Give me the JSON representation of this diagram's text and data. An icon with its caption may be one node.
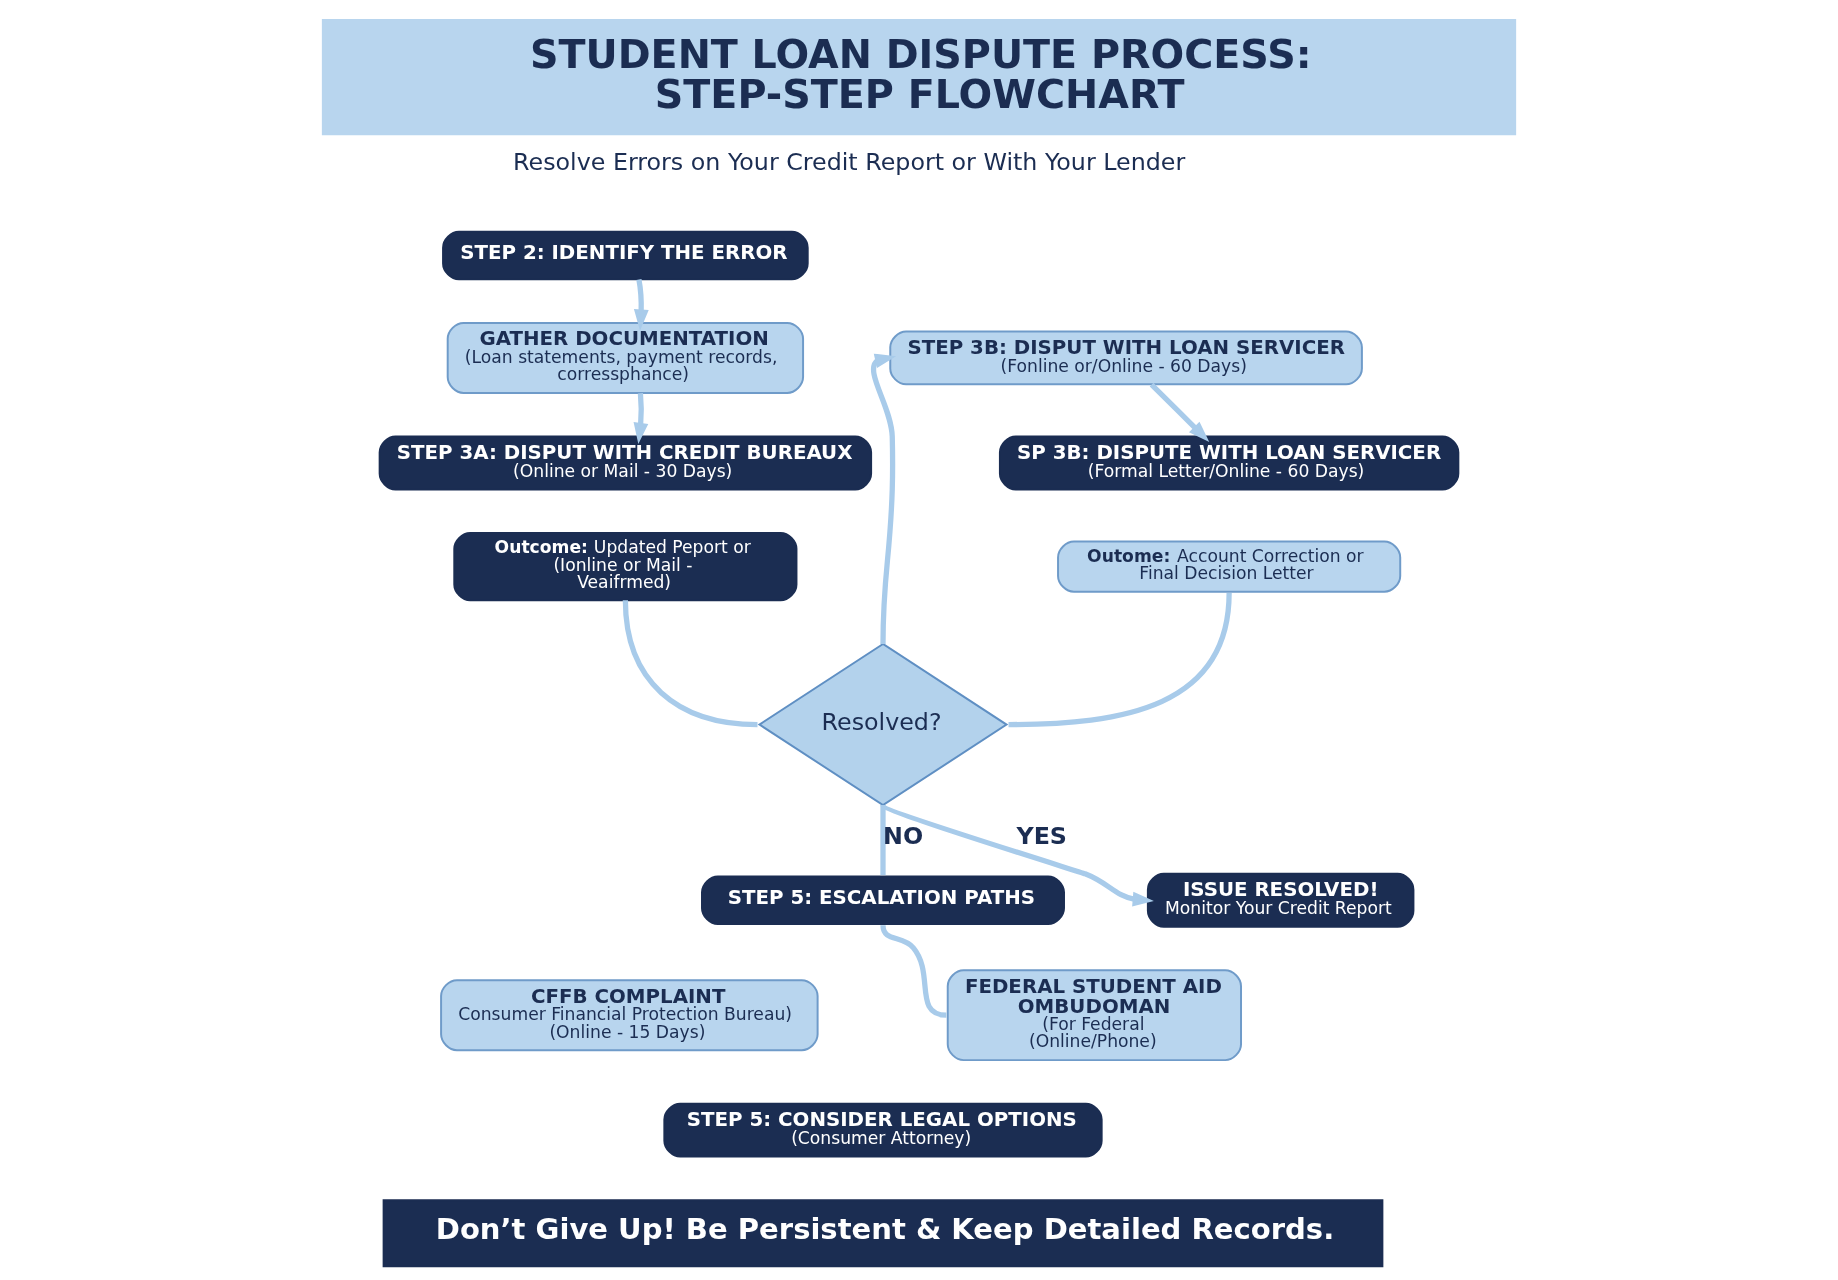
{
  "diagram": {
    "title": "STUDENT LOAN DISPUTE PROCESS: STEP-STEP FLOWCHART",
    "nodes": [
      {
        "text": [
          "STEP 2: IDENTIFY THE ERROR"
        ]
      },
      {
        "text": [
          "GATHER DOCUMENTATION",
          "(Loan statements, payment records, corressphance)"
        ]
      },
      {
        "text": [
          "STEP 3A: DISPUT WITH CREDIT BUREAUX",
          "(Online or Mail - 30 Days)"
        ]
      },
      {
        "text": [
          "Outcome: Updated Peport or (Ionline or Mail - Veaifrmed)"
        ]
      },
      {
        "text": [
          "Resolved?"
        ]
      },
      {
        "text": [
          "STEP 3B: DISPUT WITH LOAN SERVICER",
          "(Fonline or/Online - 60 Days)"
        ]
      },
      {
        "text": [
          "SP 3B: DISPUTE WITH LOAN SERVICER",
          "(Formal Letter/Online - 60 Days)"
        ]
      },
      {
        "text": [
          "Outome: Account Correction or Final Decision Letter"
        ]
      },
      {
        "text": [
          "ISSUE RESOLVED!",
          "Monitor Your Credit Report"
        ]
      },
      {
        "text": [
          "STEP 5: ESCALATION PATHS"
        ]
      },
      {
        "text": [
          "CFFB COMPLAINT",
          "Consumer Financial Protection Bureau)",
          "(Online - 15 Days)"
        ]
      },
      {
        "text": [
          "FEDERAL STUDENT AID OMBUDOMAN",
          "(For Federal",
          "(Online/Phone)"
        ]
      },
      {
        "text": [
          "STEP 5: CONSIDER LEGAL OPTIONS",
          "(Consumer Attorney)"
        ]
      },
      {
        "text": [
          "Don’t Give Up! Be Persistent & Keep Detailed Records."
        ]
      }
    ],
    "edges": [
      {
        "from": 0,
        "to": 1,
        "arrow": "to"
      },
      {
        "from": 1,
        "to": 2,
        "arrow": "to"
      },
      {
        "from": 3,
        "to": 4,
        "arrow": "none"
      },
      {
        "from": 4,
        "to": 5,
        "arrow": "to"
      },
      {
        "from": 5,
        "to": 6,
        "arrow": "to"
      },
      {
        "from": 7,
        "to": 4,
        "arrow": "none"
      },
      {
        "from": 4,
        "to": 8,
        "arrow": "to",
        "label": "YES"
      },
      {
        "from": 4,
        "to": 9,
        "arrow": "none",
        "label": "NO"
      },
      {
        "from": 9,
        "to": 11,
        "arrow": "none"
      }
    ],
    "labels": [
      "Resolve Errors on Your Credit Report or With Your Lender"
    ]
  }
}
